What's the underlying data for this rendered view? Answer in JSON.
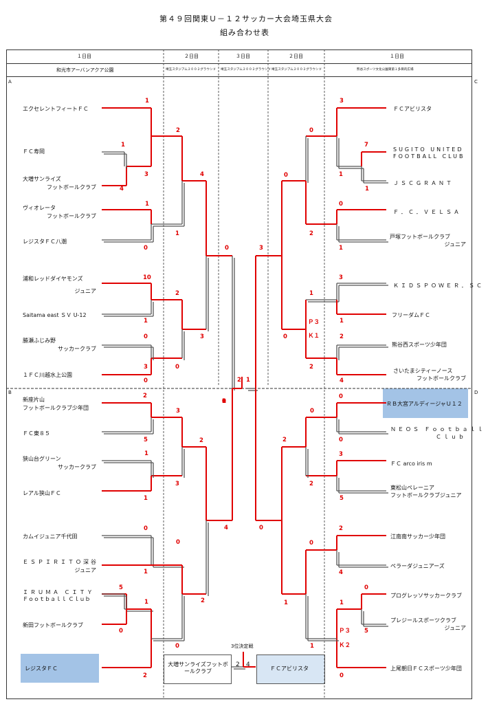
{
  "title": "第４９回関東Ｕ－１２サッカー大会埼玉県大会",
  "subtitle": "組み合わせ表",
  "header": {
    "days": [
      "１日目",
      "２日目",
      "３日目",
      "２日目",
      "１日目"
    ],
    "venues": [
      "和光市アーバンアクア公園",
      "埼玉スタジアム２００２グラウンド",
      "埼玉スタジアム２００２グラウンド",
      "埼玉スタジアム２００２グラウンド",
      "熊谷スポーツ文化公園東第１多目的広場"
    ]
  },
  "blocks": [
    "A",
    "B",
    "C",
    "D"
  ],
  "left_teams": [
    {
      "l1": "エクセレントフィートＦＣ",
      "l2": ""
    },
    {
      "l1": "ＦＣ寿岡",
      "l2": ""
    },
    {
      "l1": "大増サンライズ",
      "l2": "フットボールクラブ"
    },
    {
      "l1": "ヴィオレータ",
      "l2": "フットボールクラブ"
    },
    {
      "l1": "レジスタＦＣ八潮",
      "l2": ""
    },
    {
      "l1": "浦和レッドダイヤモンズ",
      "l2": "ジュニア"
    },
    {
      "l1": "Saitama east ＳＶ U-12",
      "l2": ""
    },
    {
      "l1": "勝瀬ふじみ野",
      "l2": "サッカークラブ"
    },
    {
      "l1": "１ＦＣ川越水上公園",
      "l2": ""
    },
    {
      "l1": "新座片山",
      "l2": "フットボールクラブ少年団"
    },
    {
      "l1": "ＦＣ東８５",
      "l2": ""
    },
    {
      "l1": "狭山台グリーン",
      "l2": "サッカークラブ"
    },
    {
      "l1": "レアル狭山ＦＣ",
      "l2": ""
    },
    {
      "l1": "カムイジュニア千代田",
      "l2": ""
    },
    {
      "l1": "ＥＳＰＩＲＩＴＯ深谷",
      "l2": "ジュニア"
    },
    {
      "l1": "ＩＲＵＭＡ ＣＩＴＹ",
      "l2": "Ｆｏｏｔｂａｌｌ Ｃｌｕｂ"
    },
    {
      "l1": "新田フットボールクラブ",
      "l2": ""
    },
    {
      "l1": "レジスタＦＣ",
      "l2": ""
    }
  ],
  "right_teams": [
    {
      "l1": "ＦＣアビリスタ",
      "l2": ""
    },
    {
      "l1": "SUGITO UNITED",
      "l2": "FOOTBALL CLUB"
    },
    {
      "l1": "ＪＳＣＧＲＡＮＴ",
      "l2": ""
    },
    {
      "l1": "Ｆ．Ｃ．ＶＥＬＳＡ",
      "l2": ""
    },
    {
      "l1": "戸塚フットボールクラブ",
      "l2": "ジュニア"
    },
    {
      "l1": "ＫＩＤＳＰＯＷＥＲ．ＳＣ",
      "l2": ""
    },
    {
      "l1": "フリーダムＦＣ",
      "l2": ""
    },
    {
      "l1": "熊谷西スポーツ少年団",
      "l2": ""
    },
    {
      "l1": "さいたまシティーノース",
      "l2": "フットボールクラブ"
    },
    {
      "l1": "ＲＢ大宮アルディージャＵ１２",
      "l2": ""
    },
    {
      "l1": "ＮＥＯＳ Ｆｏｏｔｂａｌｌ",
      "l2": "Ｃｌｕｂ"
    },
    {
      "l1": "ＦＣ arco iris m",
      "l2": ""
    },
    {
      "l1": "東松山ペレーニア",
      "l2": "フットボールクラブジュニア"
    },
    {
      "l1": "江南南サッカー少年団",
      "l2": ""
    },
    {
      "l1": "ペラーダジュニアーズ",
      "l2": ""
    },
    {
      "l1": "プログレッソサッカークラブ",
      "l2": ""
    },
    {
      "l1": "プレジールスポーツクラブ",
      "l2": "ジュニア"
    },
    {
      "l1": "上尾朝日ＦＣスポーツ少年団",
      "l2": ""
    }
  ],
  "third_place": {
    "label": "3位決定戦",
    "left_team": "大増サンライズフットボールクラブ",
    "right_team": "ＦＣアビリスタ",
    "left_score": "2",
    "right_score": "4"
  },
  "final_scores": {
    "left": "2",
    "right": "1"
  },
  "pk_labels": [
    "Ｐ３",
    "Ｋ１",
    "Ｐ３",
    "Ｋ２"
  ],
  "scores": [
    "1",
    "1",
    "3",
    "4",
    "2",
    "1",
    "0",
    "1",
    "4",
    "10",
    "1",
    "2",
    "0",
    "3",
    "3",
    "0",
    "0",
    "0",
    "2",
    "3",
    "5",
    "1",
    "3",
    "1",
    "2",
    "0",
    "0",
    "1",
    "1",
    "5",
    "0",
    "2",
    "0",
    "2",
    "4",
    "3",
    "3",
    "0",
    "7",
    "1",
    "1",
    "0",
    "0",
    "2",
    "1",
    "3",
    "1",
    "1",
    "0",
    "2",
    "2",
    "4",
    "0",
    "0",
    "0",
    "2",
    "3",
    "2",
    "5",
    "0",
    "2",
    "0",
    "4",
    "1",
    "1",
    "0",
    "5",
    "1",
    "0",
    "1",
    "0",
    "0",
    "1",
    "1",
    "0",
    "3",
    "0"
  ],
  "colors": {
    "win": "#e00000",
    "line": "#555555",
    "highlight": "#a3c3e6",
    "third_box": "#d8e6f4"
  }
}
